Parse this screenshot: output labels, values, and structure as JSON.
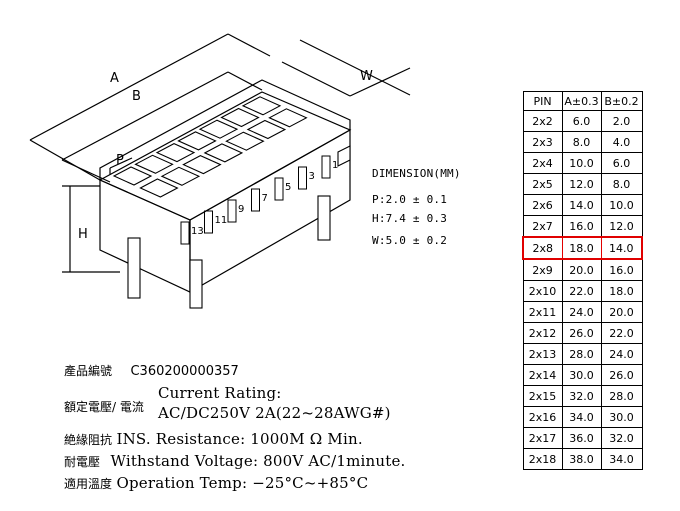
{
  "drawing": {
    "labels": {
      "a": "A",
      "b": "B",
      "w": "W",
      "p": "P",
      "h": "H"
    },
    "pin_numbers": [
      "1",
      "3",
      "5",
      "7",
      "9",
      "11",
      "13"
    ]
  },
  "dimension": {
    "title": "DIMENSION(MM)",
    "p": "P:2.0 ± 0.1",
    "h": "H:7.4 ± 0.3",
    "w": "W:5.0 ± 0.2"
  },
  "table": {
    "headers": [
      "PIN",
      "A±0.3",
      "B±0.2"
    ],
    "rows": [
      [
        "2x2",
        "6.0",
        "2.0"
      ],
      [
        "2x3",
        "8.0",
        "4.0"
      ],
      [
        "2x4",
        "10.0",
        "6.0"
      ],
      [
        "2x5",
        "12.0",
        "8.0"
      ],
      [
        "2x6",
        "14.0",
        "10.0"
      ],
      [
        "2x7",
        "16.0",
        "12.0"
      ],
      [
        "2x8",
        "18.0",
        "14.0"
      ],
      [
        "2x9",
        "20.0",
        "16.0"
      ],
      [
        "2x10",
        "22.0",
        "18.0"
      ],
      [
        "2x11",
        "24.0",
        "20.0"
      ],
      [
        "2x12",
        "26.0",
        "22.0"
      ],
      [
        "2x13",
        "28.0",
        "24.0"
      ],
      [
        "2x14",
        "30.0",
        "26.0"
      ],
      [
        "2x15",
        "32.0",
        "28.0"
      ],
      [
        "2x16",
        "34.0",
        "30.0"
      ],
      [
        "2x17",
        "36.0",
        "32.0"
      ],
      [
        "2x18",
        "38.0",
        "34.0"
      ]
    ],
    "highlight_row": "2x8",
    "highlight_color": "#e00000"
  },
  "specs": {
    "product_no_label": "產品編號",
    "product_no": "C360200000357",
    "rating_label": "額定電壓/ 電流",
    "rating_line1": "Current  Rating:",
    "rating_line2": "AC/DC250V  2A(22~28AWG#)",
    "insulation_label": "絶緣阻抗",
    "insulation": "INS. Resistance: 1000M Ω Min.",
    "voltage_label": "耐電壓",
    "voltage": "Withstand  Voltage:  800V  AC/1minute.",
    "temp_label": "適用溫度",
    "temp": "Operation  Temp: −25°C~+85°C"
  }
}
